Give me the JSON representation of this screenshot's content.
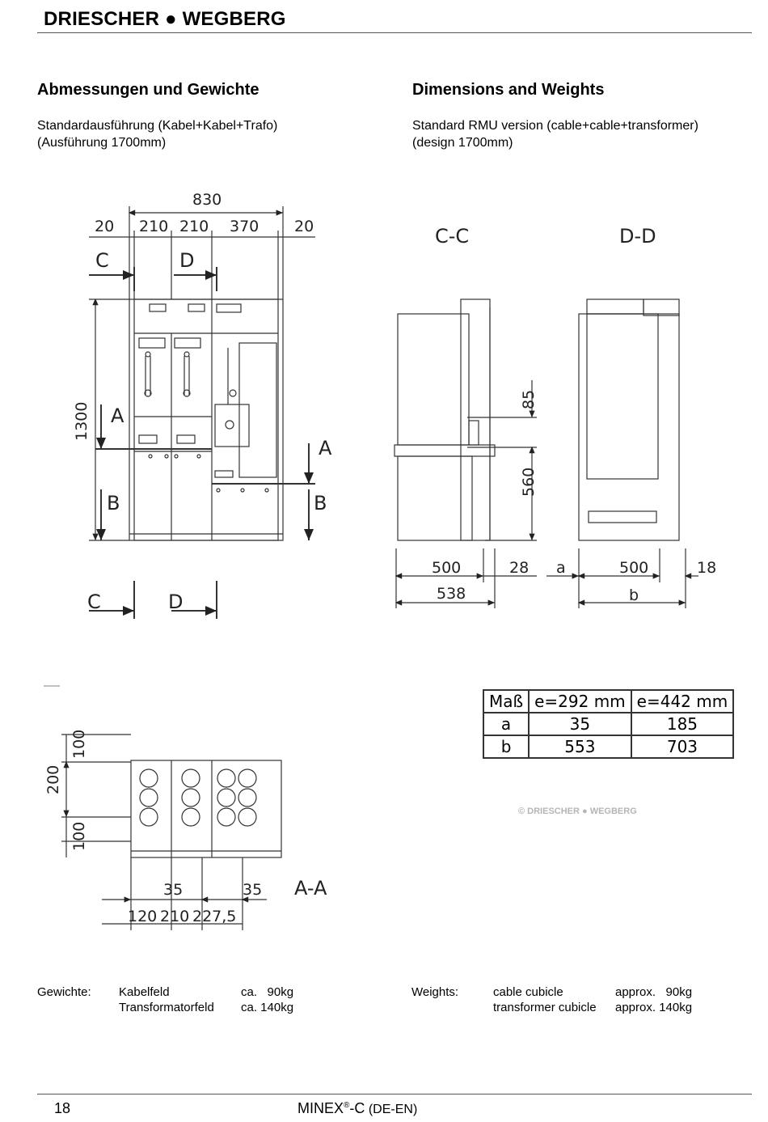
{
  "header": {
    "brand": "DRIESCHER ● WEGBERG"
  },
  "left": {
    "title": "Abmessungen und Gewichte",
    "line1": "Standardausführung (Kabel+Kabel+Trafo)",
    "line2": "(Ausführung 1700mm)"
  },
  "right": {
    "title": "Dimensions and Weights",
    "line1": "Standard RMU version (cable+cable+transformer)",
    "line2": "(design 1700mm)"
  },
  "front_view": {
    "total_width": "830",
    "segments": [
      "20",
      "210",
      "210",
      "370",
      "20"
    ],
    "height": "1300",
    "sections": {
      "c": "C",
      "d": "D",
      "a": "A",
      "b": "B"
    }
  },
  "side_views": {
    "cc_title": "C-C",
    "dd_title": "D-D",
    "dim_85": "85",
    "dim_560": "560",
    "dim_500_left": "500",
    "dim_28": "28",
    "dim_538": "538",
    "label_a": "a",
    "dim_500_right": "500",
    "dim_18": "18",
    "label_b": "b"
  },
  "measure_table": {
    "headers": [
      "Maß",
      "e=292 mm",
      "e=442 mm"
    ],
    "rows": [
      [
        "a",
        "35",
        "185"
      ],
      [
        "b",
        "553",
        "703"
      ]
    ]
  },
  "watermark": "© DRIESCHER ● WEGBERG",
  "plan_view": {
    "title": "A-A",
    "dim_100_top": "100",
    "dim_200": "200",
    "dim_100_bottom": "100",
    "dim_35_left": "35",
    "dim_35_right": "35",
    "dim_120": "120",
    "dim_210": "210",
    "dim_227": "227,5"
  },
  "weights_de": {
    "label": "Gewichte:",
    "item1": "Kabelfeld",
    "value1": "ca.   90kg",
    "item2": "Transformatorfeld",
    "value2": "ca. 140kg"
  },
  "weights_en": {
    "label": "Weights:",
    "item1": "cable cubicle",
    "value1": "approx.   90kg",
    "item2": "transformer cubicle",
    "value2": "approx. 140kg"
  },
  "footer": {
    "page": "18",
    "product": "MINEX",
    "reg": "®",
    "suffix": "-C",
    "lang": " (DE-EN)"
  }
}
